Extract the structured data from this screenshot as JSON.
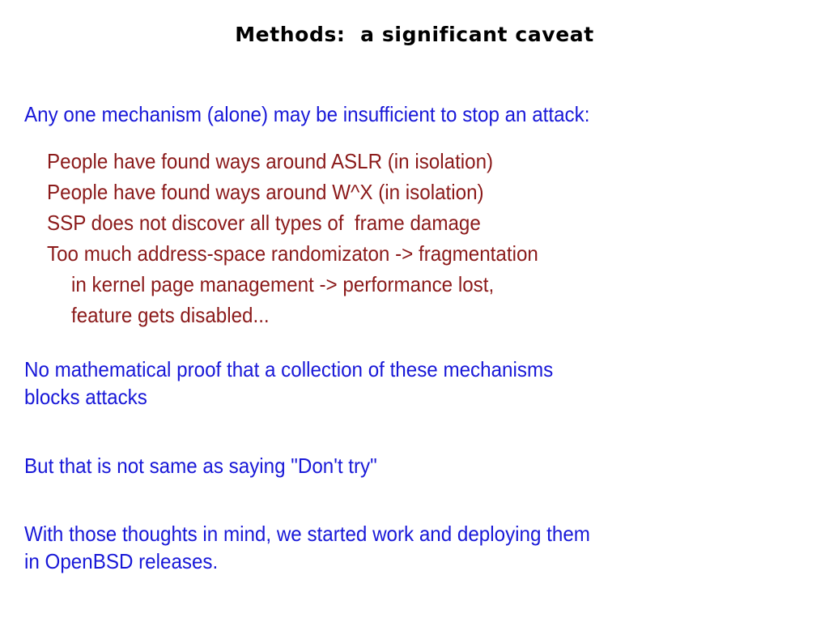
{
  "slide": {
    "background_color": "#ffffff",
    "title": "Methods:  a significant caveat",
    "title_color": "#000000",
    "blue_color": "#1818d8",
    "red_color": "#8b1a1a"
  },
  "content": {
    "intro": "Any one mechanism (alone) may be insufficient to stop an attack:",
    "bullets": [
      "People have found ways around ASLR (in isolation)",
      "People have found ways around W^X (in isolation)",
      "SSP does not discover all types of  frame damage",
      "Too much address-space randomizaton -> fragmentation"
    ],
    "bullet_continuations": [
      "in kernel page management -> performance lost,",
      "feature gets disabled..."
    ],
    "paragraph_2": [
      "No mathematical proof that a collection of these mechanisms",
      "blocks attacks"
    ],
    "paragraph_3": [
      "But that is not same as saying \"Don't try\""
    ],
    "paragraph_4": [
      "With those thoughts in mind, we started work and deploying them",
      "in OpenBSD releases."
    ]
  }
}
